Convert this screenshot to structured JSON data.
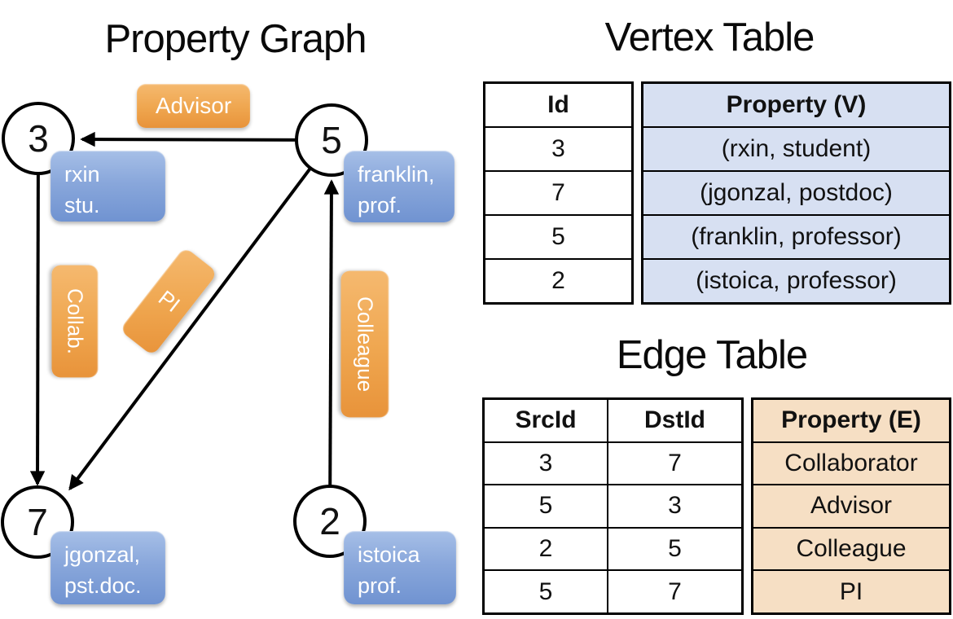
{
  "graph": {
    "title": "Property Graph",
    "nodes": [
      {
        "id": "3",
        "property_lines": [
          "rxin",
          "stu."
        ]
      },
      {
        "id": "5",
        "property_lines": [
          "franklin,",
          "prof."
        ]
      },
      {
        "id": "7",
        "property_lines": [
          "jgonzal,",
          "pst.doc."
        ]
      },
      {
        "id": "2",
        "property_lines": [
          "istoica",
          "prof."
        ]
      }
    ],
    "edge_labels": {
      "advisor": "Advisor",
      "collab": "Collab.",
      "pi": "PI",
      "colleague": "Colleague"
    },
    "edges": [
      {
        "from": "5",
        "to": "3",
        "label": "Advisor"
      },
      {
        "from": "3",
        "to": "7",
        "label": "Collab."
      },
      {
        "from": "5",
        "to": "7",
        "label": "PI"
      },
      {
        "from": "2",
        "to": "5",
        "label": "Colleague"
      }
    ]
  },
  "vertex_table": {
    "title": "Vertex Table",
    "columns": {
      "id": "Id",
      "property": "Property (V)"
    },
    "rows": [
      {
        "id": "3",
        "property": "(rxin, student)"
      },
      {
        "id": "7",
        "property": "(jgonzal, postdoc)"
      },
      {
        "id": "5",
        "property": "(franklin, professor)"
      },
      {
        "id": "2",
        "property": "(istoica, professor)"
      }
    ]
  },
  "edge_table": {
    "title": "Edge Table",
    "columns": {
      "src": "SrcId",
      "dst": "DstId",
      "property": "Property (E)"
    },
    "rows": [
      {
        "src": "3",
        "dst": "7",
        "property": "Collaborator"
      },
      {
        "src": "5",
        "dst": "3",
        "property": "Advisor"
      },
      {
        "src": "2",
        "dst": "5",
        "property": "Colleague"
      },
      {
        "src": "5",
        "dst": "7",
        "property": "PI"
      }
    ]
  },
  "colors": {
    "edge_pill_light": "#F5B96F",
    "edge_pill_dark": "#E8933A",
    "vertex_box_light": "#A6BFE7",
    "vertex_box_dark": "#7093D1",
    "vertex_table_fill": "#D7E0F2",
    "edge_table_fill": "#F6DFC4",
    "line_color": "#000000"
  }
}
